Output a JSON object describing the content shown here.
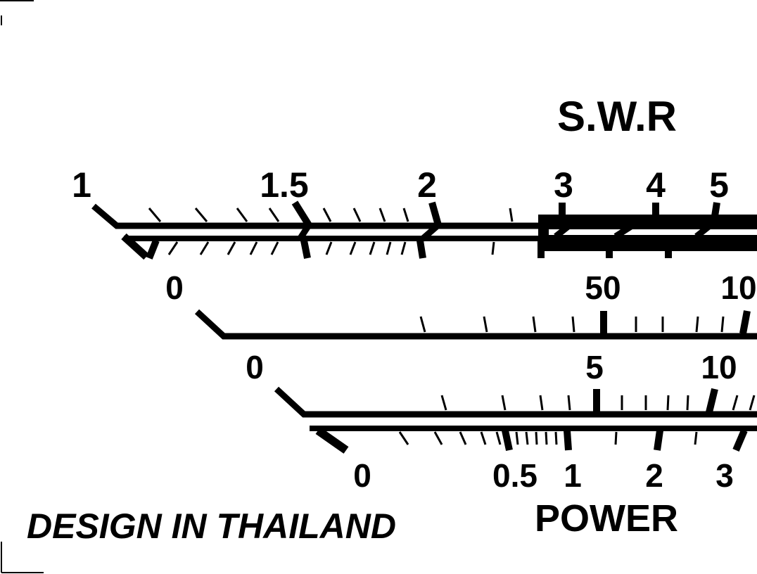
{
  "meter": {
    "swr_title": "S.W.R",
    "power_title": "POWER",
    "footer_text": "DESIGN IN THAILAND",
    "ink_color": "#000000",
    "paper_color": "#ffffff"
  },
  "scales": {
    "swr_labels": [
      "1",
      "1.5",
      "2",
      "3",
      "4",
      "5"
    ],
    "power_high_labels": [
      "0",
      "50",
      "10"
    ],
    "power_mid_labels": [
      "0",
      "5",
      "10"
    ],
    "power_low_labels": [
      "0",
      "0.5",
      "1",
      "2",
      "3"
    ]
  }
}
